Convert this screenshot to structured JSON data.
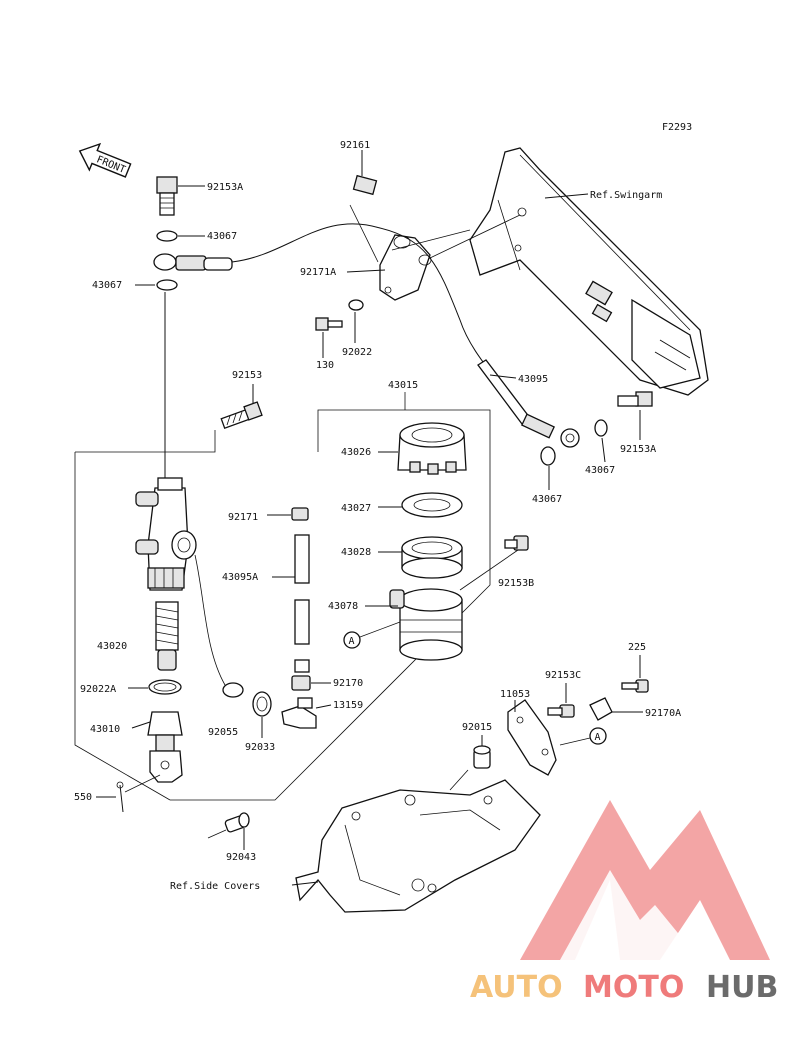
{
  "diagram_code": "F2293",
  "front_label": "FRONT",
  "references": {
    "swingarm": "Ref.Swingarm",
    "side_covers": "Ref.Side Covers"
  },
  "part_labels": {
    "p92161": "92161",
    "p92153A_top": "92153A",
    "p43067_a": "43067",
    "p43067_b": "43067",
    "p92171A": "92171A",
    "p130": "130",
    "p92022": "92022",
    "p92153_left": "92153",
    "p43015": "43015",
    "p43095": "43095",
    "p92153A_right": "92153A",
    "p43067_c": "43067",
    "p43067_d": "43067",
    "p43026": "43026",
    "p92171": "92171",
    "p43027": "43027",
    "p43028": "43028",
    "p43095A": "43095A",
    "p92153B": "92153B",
    "p43078": "43078",
    "p43020": "43020",
    "p92170": "92170",
    "p92022A": "92022A",
    "p13159": "13159",
    "p43010": "43010",
    "p92055": "92055",
    "p92033": "92033",
    "p225": "225",
    "p92153C": "92153C",
    "p11053": "11053",
    "p92170A": "92170A",
    "p92015": "92015",
    "p550": "550",
    "p92043": "92043"
  },
  "callouts": {
    "a1": "A",
    "a2": "A"
  },
  "watermark": {
    "part1": "AUTO",
    "part2": "MOTO",
    "part3": "HUB",
    "color1": "#f5c27a",
    "color2": "#ef7b7b",
    "color3": "#6b6b6b",
    "triangle_color": "#f08a8a"
  }
}
